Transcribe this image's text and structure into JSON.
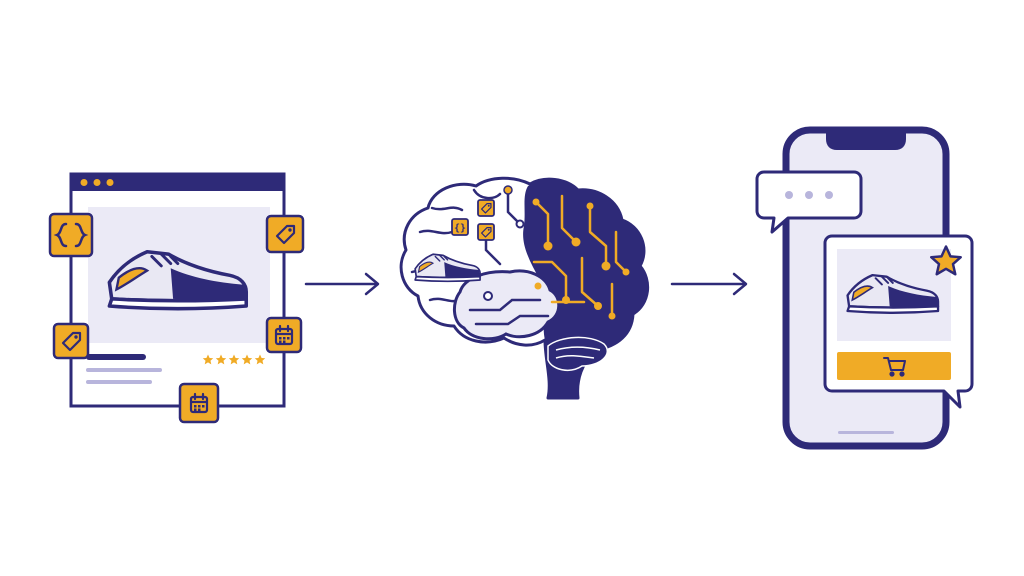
{
  "colors": {
    "navy": "#2e2a78",
    "gold": "#f0ab26",
    "lavender": "#ebeaf6",
    "lilac": "#b8b5dc",
    "background": "#ffffff"
  },
  "stages": [
    {
      "name": "product-page-with-structured-data",
      "icons": [
        "code-braces-icon",
        "price-tag-icon",
        "calendar-icon",
        "star-rating-icon"
      ]
    },
    {
      "name": "ai-brain-processing",
      "icons": [
        "sneaker-icon",
        "code-braces-icon",
        "price-tag-icon",
        "circuit-traces-icon"
      ]
    },
    {
      "name": "mobile-chat-recommendation",
      "icons": [
        "chat-bubble-icon",
        "sneaker-icon",
        "star-icon",
        "shopping-cart-icon"
      ]
    }
  ],
  "product_rating": {
    "stars": 5,
    "max": 5
  }
}
